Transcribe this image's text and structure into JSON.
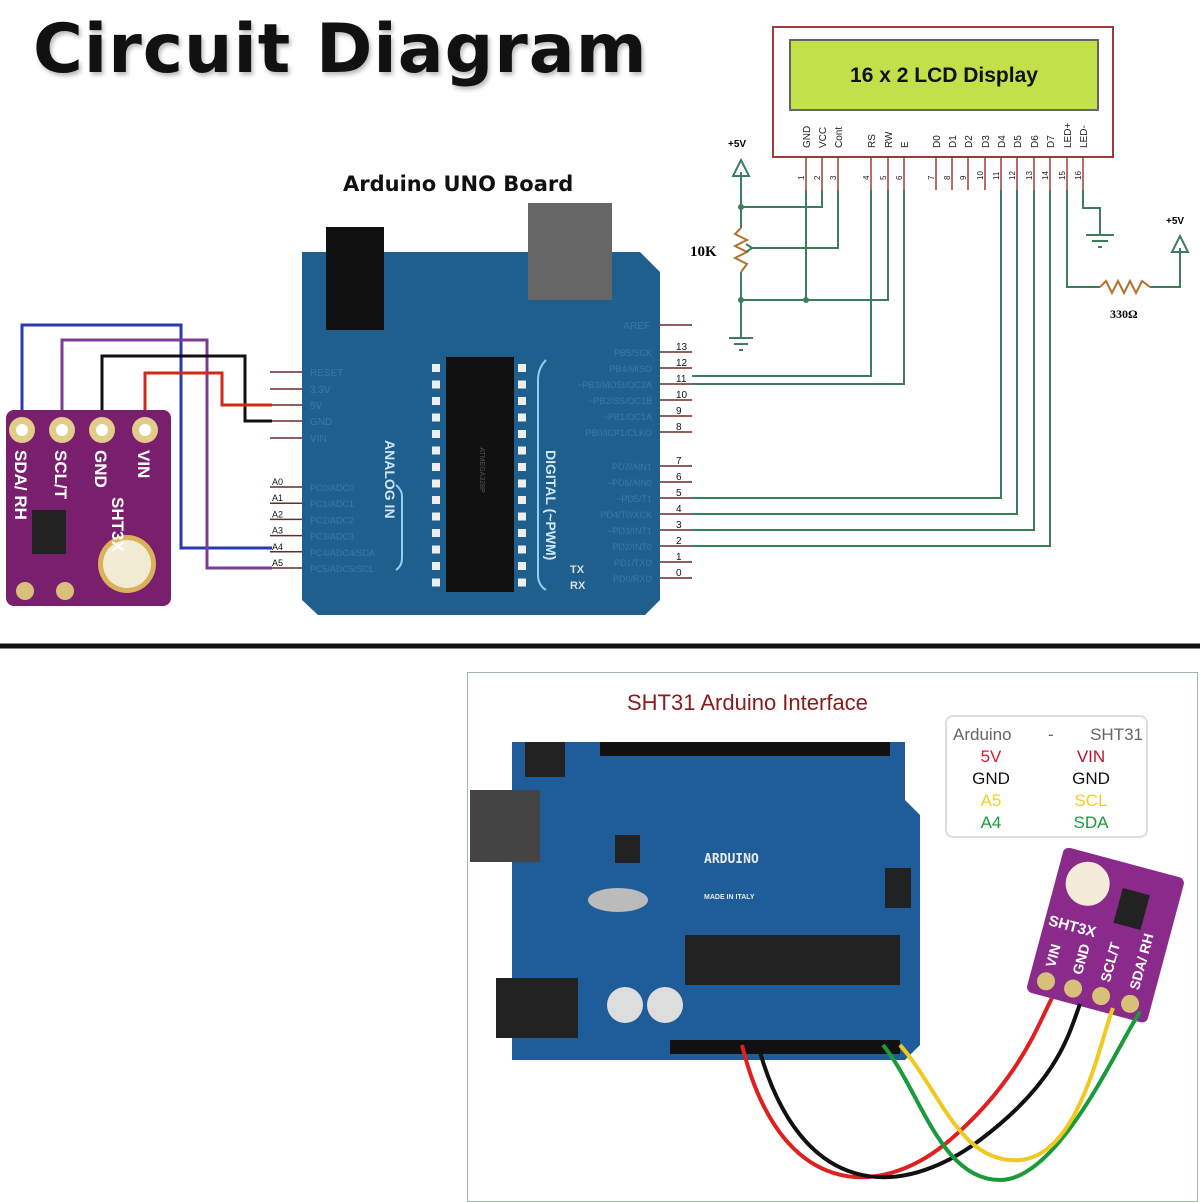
{
  "title": "Circuit Diagram",
  "arduino_label": "Arduino UNO Board",
  "arduino_left_power_pins": [
    "RESET",
    "3.3V",
    "5V",
    "GND",
    "VIN"
  ],
  "arduino_analog_pins": [
    {
      "pin": "A0",
      "label": "PC0/ADC0"
    },
    {
      "pin": "A1",
      "label": "PC1/ADC1"
    },
    {
      "pin": "A2",
      "label": "PC2/ADC2"
    },
    {
      "pin": "A3",
      "label": "PC3/ADC3"
    },
    {
      "pin": "A4",
      "label": "PC4/ADC4/SDA"
    },
    {
      "pin": "A5",
      "label": "PC5/ADC5/SCL"
    }
  ],
  "analog_in_label": "ANALOG IN",
  "digital_label": "DIGITAL (~PWM)",
  "aref_label": "AREF",
  "arduino_digital_pins": [
    {
      "pin": "13",
      "label": "PB5/SCK"
    },
    {
      "pin": "12",
      "label": "PB4/MISO"
    },
    {
      "pin": "11",
      "label": "~PB3/MOSI/OC2A"
    },
    {
      "pin": "10",
      "label": "~PB2/SS/OC1B"
    },
    {
      "pin": "9",
      "label": "~PB1/OC1A"
    },
    {
      "pin": "8",
      "label": "PB0/ICP1/CLKO"
    },
    {
      "pin": "7",
      "label": "PD7/AIN1"
    },
    {
      "pin": "6",
      "label": "~PD6/AIN0"
    },
    {
      "pin": "5",
      "label": "~PD5/T1"
    },
    {
      "pin": "4",
      "label": "PD4/T0/XCK"
    },
    {
      "pin": "3",
      "label": "~PD3/INT1"
    },
    {
      "pin": "2",
      "label": "PD2/INT0"
    },
    {
      "pin": "1",
      "label": "PD1/TXD"
    },
    {
      "pin": "0",
      "label": "PD0/RXD"
    }
  ],
  "tx_label": "TX",
  "rx_label": "RX",
  "chip_label": "ATMEGA328P",
  "lcd": {
    "title": "16 x 2 LCD Display",
    "pins": [
      {
        "num": "1",
        "label": "GND"
      },
      {
        "num": "2",
        "label": "VCC"
      },
      {
        "num": "3",
        "label": "Cont"
      },
      {
        "num": "4",
        "label": "RS"
      },
      {
        "num": "5",
        "label": "RW"
      },
      {
        "num": "6",
        "label": "E"
      },
      {
        "num": "7",
        "label": "D0"
      },
      {
        "num": "8",
        "label": "D1"
      },
      {
        "num": "9",
        "label": "D2"
      },
      {
        "num": "10",
        "label": "D3"
      },
      {
        "num": "11",
        "label": "D4"
      },
      {
        "num": "12",
        "label": "D5"
      },
      {
        "num": "13",
        "label": "D6"
      },
      {
        "num": "14",
        "label": "D7"
      },
      {
        "num": "15",
        "label": "LED+"
      },
      {
        "num": "16",
        "label": "LED-"
      }
    ]
  },
  "pot_label": "10K",
  "resistor_label": "330Ω",
  "supply_label": "+5V",
  "sensor": {
    "pins": [
      "SDA/ RH",
      "SCL/T",
      "GND",
      "VIN"
    ],
    "name": "SHT3X"
  },
  "interface": {
    "title": "SHT31 Arduino Interface",
    "header_left": "Arduino",
    "header_sep": "-",
    "header_right": "SHT31",
    "rows": [
      {
        "arduino": "5V",
        "sht31": "VIN",
        "color_a": "#d0202a",
        "color_b": "#c0102a"
      },
      {
        "arduino": "GND",
        "sht31": "GND",
        "color_a": "#111111",
        "color_b": "#111111"
      },
      {
        "arduino": "A5",
        "sht31": "SCL",
        "color_a": "#f0d020",
        "color_b": "#f0d020"
      },
      {
        "arduino": "A4",
        "sht31": "SDA",
        "color_a": "#1a9a3a",
        "color_b": "#1a9a3a"
      }
    ],
    "board_text": "ARDUINO",
    "board_subtext": "MADE IN ITALY"
  },
  "colors": {
    "board_blue": "#1e5f8e",
    "lcd_green": "#c2e04a",
    "wire_green": "#3d7d5e",
    "sensor_purple": "#7a1f6e"
  }
}
